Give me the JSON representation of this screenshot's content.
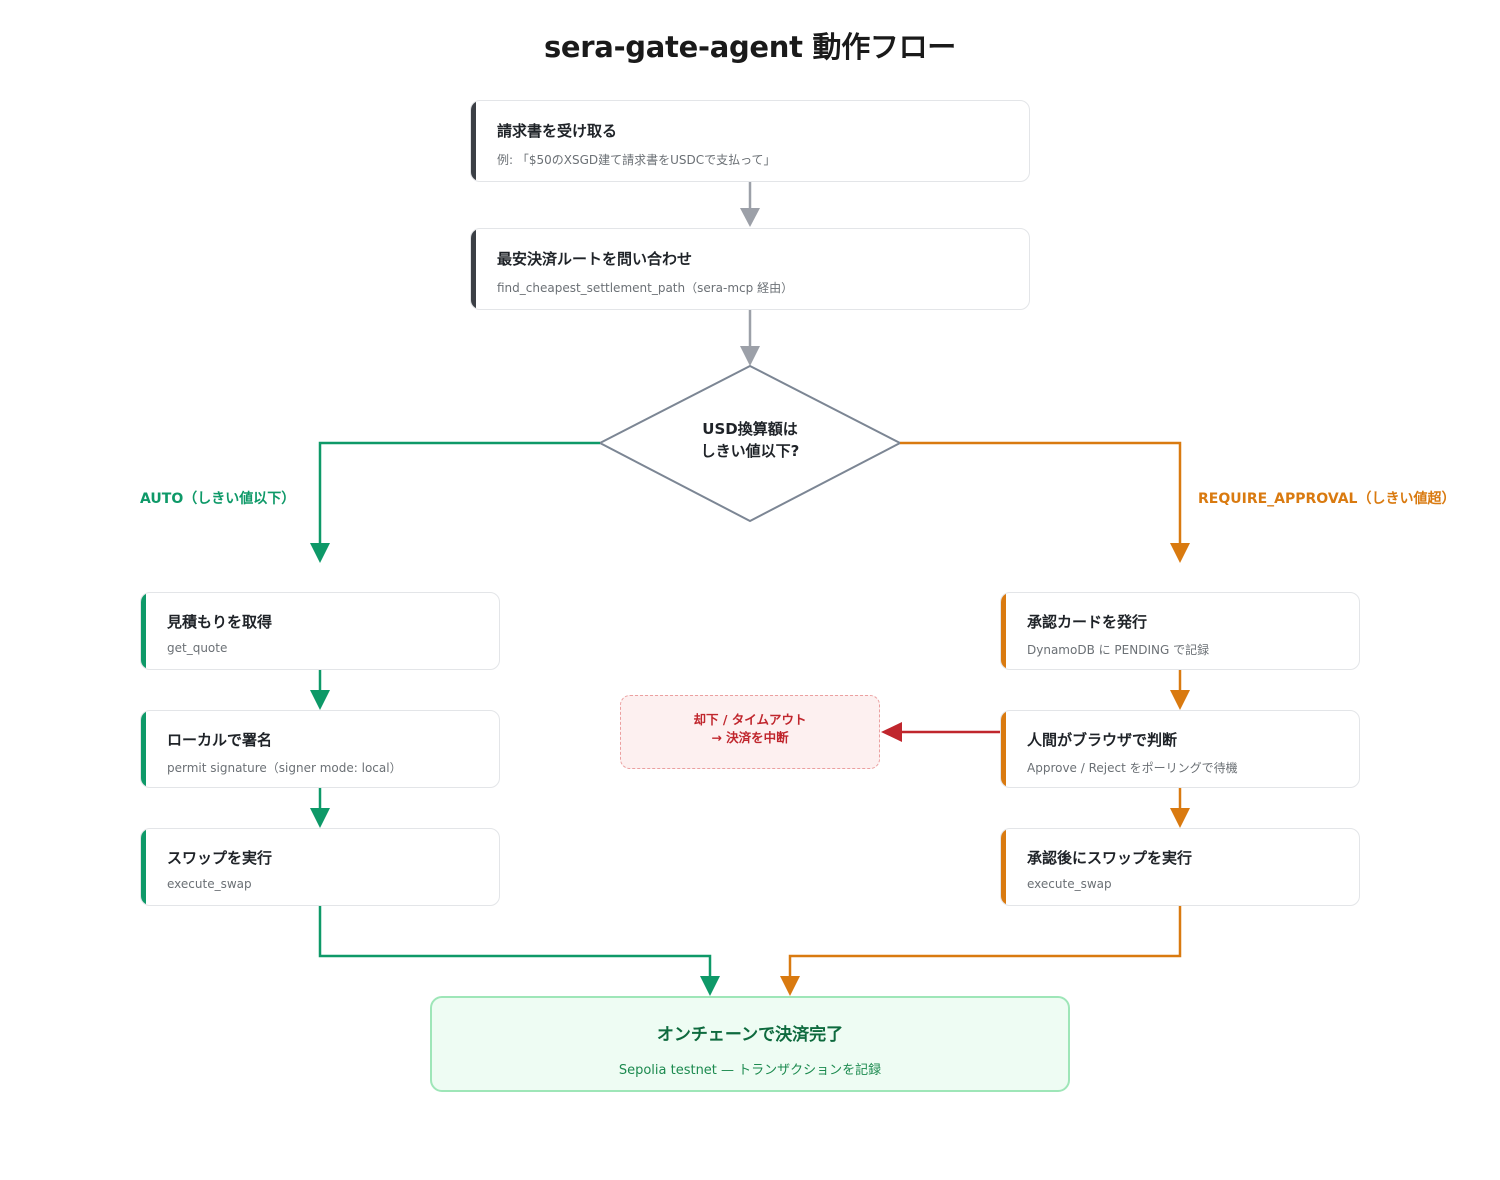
{
  "title": "sera-gate-agent 動作フロー",
  "colors": {
    "neutral_accent": "#3b3f45",
    "neutral_arrow": "#9ca0a8",
    "diamond_stroke": "#7c8694",
    "auto_green": "#0e9968",
    "approval_orange": "#d97a10",
    "reject_red": "#c0262d",
    "final_border": "#9ee6b8",
    "final_fill": "#eefcf3"
  },
  "steps": {
    "receive_invoice": {
      "title": "請求書を受け取る",
      "subtitle": "例: 「$50のXSGD建て請求書をUSDCで支払って」"
    },
    "query_route": {
      "title": "最安決済ルートを問い合わせ",
      "subtitle": "find_cheapest_settlement_path（sera-mcp 経由）"
    }
  },
  "decision": {
    "line1": "USD換算額は",
    "line2": "しきい値以下?"
  },
  "branches": {
    "auto": {
      "label": "AUTO（しきい値以下）",
      "steps": [
        {
          "title": "見積もりを取得",
          "subtitle": "get_quote"
        },
        {
          "title": "ローカルで署名",
          "subtitle": "permit signature（signer mode: local）"
        },
        {
          "title": "スワップを実行",
          "subtitle": "execute_swap"
        }
      ]
    },
    "approval": {
      "label": "REQUIRE_APPROVAL（しきい値超）",
      "steps": [
        {
          "title": "承認カードを発行",
          "subtitle": "DynamoDB に PENDING で記録"
        },
        {
          "title": "人間がブラウザで判断",
          "subtitle": "Approve / Reject をポーリングで待機"
        },
        {
          "title": "承認後にスワップを実行",
          "subtitle": "execute_swap"
        }
      ]
    }
  },
  "reject": {
    "line1": "却下 / タイムアウト",
    "line2": "→ 決済を中断"
  },
  "final": {
    "title": "オンチェーンで決済完了",
    "subtitle": "Sepolia testnet — トランザクションを記録"
  }
}
